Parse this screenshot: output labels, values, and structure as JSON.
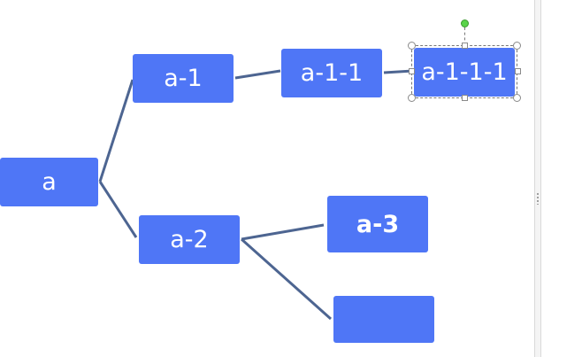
{
  "diagram": {
    "nodes": [
      {
        "id": "a",
        "label": "a",
        "bold": false
      },
      {
        "id": "a-1",
        "label": "a-1",
        "bold": false
      },
      {
        "id": "a-1-1",
        "label": "a-1-1",
        "bold": false
      },
      {
        "id": "a-1-1-1",
        "label": "a-1-1-1",
        "bold": false,
        "selected": true
      },
      {
        "id": "a-2",
        "label": "a-2",
        "bold": false
      },
      {
        "id": "a-3",
        "label": "a-3",
        "bold": true
      },
      {
        "id": "empty",
        "label": "",
        "bold": false
      }
    ],
    "edges": [
      {
        "from": "a",
        "to": "a-1"
      },
      {
        "from": "a",
        "to": "a-2"
      },
      {
        "from": "a-1",
        "to": "a-1-1"
      },
      {
        "from": "a-1-1",
        "to": "a-1-1-1"
      },
      {
        "from": "a-2",
        "to": "a-3"
      },
      {
        "from": "a-2",
        "to": "empty"
      }
    ],
    "colors": {
      "node_fill": "#4f76f6",
      "node_text": "#ffffff",
      "connector": "#4d6591",
      "rotate_handle": "#5ad44a"
    }
  }
}
